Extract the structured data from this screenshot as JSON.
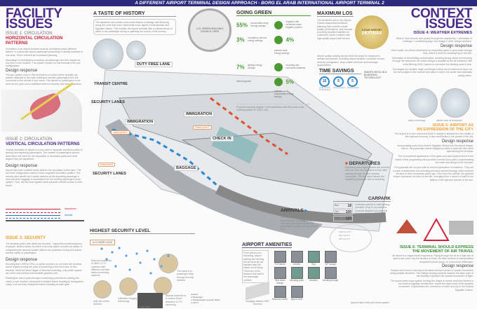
{
  "title": "A DIFFERENT AIRPORT TERMINAL DESIGN APPROACH - BORG EL ARAB INTERNATIONAL AIRPORT TERMINAL 2",
  "colors": {
    "titlebar": "#2c2a7c",
    "purple": "#4a2a8a",
    "red": "#d0203a",
    "orange": "#f0a030",
    "green": "#3f8f3a",
    "gold": "#c9a84a"
  },
  "left": {
    "heading": [
      "FACILITY",
      "ISSUES"
    ],
    "issue1": {
      "label": "ISSUE 1: CIRCULATION",
      "title": "HORIZONTAL CIRCULATION PATTERNS",
      "text": "Circulation in an airport terminal must be considered many different factors. In a particular airport passenger processing is usually localized in one area. This is referred as centralized planning.",
      "text2": "Advantage of centralized processing, all passenger services happen at one time in one location. The system chosen for this terminal is the pier configuration.",
      "dr_label": "Design response",
      "dr_text": "The pier system used in this terminal is a corridor where aircrafts are parked, attached to the main building to transfer passengers from the concourse to the aircraft & vice versa. This allows for passengers to be done at one point and a multilevel area for security, and easy expansion."
    },
    "issue2": {
      "label": "ISSUE 2: CIRCULATION",
      "title": "VERTICAL CIRCULATION PATTERNS",
      "text": "Vertical circulation in airport is a tool used to separate circulation paths of arriving and departing passengers. The number of passengers served determines the need for the separation of circulation paths and what degree they are separated.",
      "dr_label": "Design response",
      "dr_text": "Airport has level constant works best for the circulation in this case. The two level configuration makes a less congested circulation pattern. The security also benefit as it mainly features at the departing passenger's area and their baggage is separated from the arriving passenger's level system. Thus, the two level system have separate vehicle access to both levels."
    },
    "section_labels": [
      "departures",
      "arrivals"
    ],
    "issue3": {
      "title": "ISSUE 3: SECURITY",
      "text": "The terminal public side within the terminal - inspected countermeasures of people, limited means by which a security system prevent an attack. A comprehensive security system vital for the protection of airport's assets and the safety of passengers.",
      "dr_label": "Design response",
      "dr_text": "Ensuring that LIVEDs, IEDs, or active shooters do not enter the terminal would require moving the point of screening to the front door. In this terminal, there are three stages of security screening, only public spaces are at the well-entered and landside greeters hall.",
      "dr_text2": "Passengers has to pass through a screening point before entering the check in hall. Another checkpoint is located before heading to immigration. Lastly, it as security checkpoint before boarding at each gate."
    }
  },
  "right": {
    "heading": [
      "CONTEXT",
      "ISSUES"
    ],
    "issue4": {
      "title": "ISSUE 4: WEATHER EXTREMES",
      "text": "Wind & Sand storms over yearly through this coastal city + orientation of buildings + considering large roof design & other design solutions.",
      "dr_label": "Design response",
      "dr_text": "Storm water run-off are addressed by channeling water to grey water storage tank, which is used for landscaping on the site.",
      "dr_text2": "Orientation of the building consideration, avoiding strong winds from blowing through the entrances. Air sirlock design is adopted at the all entrances with extra filtering HVAC system to overcome the blowing sand & dust.",
      "dr_text3": "Sun angles are studied, large overhangs & deep set of windows to keep out the hot sunlight in the summer and allow it only in the winter and sidewalks during winter."
    },
    "captions": [
      "deep overhangs",
      "airlock door at entrances"
    ],
    "issue5": {
      "title": [
        "ISSUE 5: AIRPORT AS",
        "AN EXPRESSION OF THE CITY"
      ],
      "text": "The airport is a civic monument itself. It stands in testament to the health of the regional economy. It also contributes to the growth of the city.",
      "dr_label": "Design response",
      "dr_text": "Incorporating icons from Ancient Egyptian History into the airport design. Hence, the pyramidal central skylight provides a symbolic view when approaching the terminal.",
      "dr_text2": "The monumental appearance of the glass and steel pyramid fixed in the middle of the progressing area provide a central focal point complementing the scale and design of the terminal.",
      "dr_text3": "The pyramids are not just built for ancient symbolism of existence. They are a mark of awareness and unending precision and technology, which seemed obvious to them thousands years ago. Thus from the outside, the pyramid shape represents the idea of new life, emerging from a mound of earth to be bathed in the light and warmth of the sun."
    },
    "issue6": {
      "title": [
        "ISSUE 6: TERMINAL SHOULD EXPRESS",
        "THE MOVEMENT OF AIR TRAVEL"
      ],
      "text": "Air travel is a unique travel experience. Flying through the air at a high rate of speed was once only the territory of birds. No other method of transportation compares with air travel, so it should be celebrated.",
      "dr_label": "Design response",
      "dr_text": "Shapes and forms in this airport terminal convey a sense of upward movement using parallel elements. The ceilings sloping upwards towards the apex point of the building expresses the upward movement of flight.",
      "dr_text2": "The space frame truss system forming the shape of arrows and lotus flowers in the Ancient Egyptian Architecture, reveal the basic motif of the upwards movement. It symbolizes the connection of earth and sky in the Ancient Egyptian Culture."
    }
  },
  "history": {
    "title": "A TASTE OF HISTORY",
    "text": "The departure and arrival concourses feature a heritage wall featuring along the route that uses, represents iconic figures of Alexandrian and Egyptian history. This enables the airport terminal with a cultural sense of place to the passenger during or gateway the course of the journey."
  },
  "green": {
    "title": "GOING GREEN",
    "seal": "U.S. GREEN BUILDING COUNCIL LEED",
    "items": [
      {
        "pct": "55%",
        "text": "photovoltaic array energy savings"
      },
      {
        "pct": "",
        "text": "irrigation with reclaimed water irrigation system"
      },
      {
        "pct": "3%",
        "text": "occupancy sensors energy savings"
      },
      {
        "pct": "4%",
        "text": "passive solar energy savings"
      },
      {
        "pct": "7%",
        "text": "lighting energy savings"
      },
      {
        "pct": "",
        "text": "recycling and reprocess materials"
      },
      {
        "pct": "",
        "text": "internal garden"
      },
      {
        "pct": "5%",
        "text": "surface photovoltaic energy savings"
      }
    ],
    "note": "Proposed building targets: Gold certification with 55 points under building system for LEED v.4b"
  },
  "los": {
    "title": "MAXIMUM LOS",
    "badge_top": "5 STAR AIRPORT",
    "badge_main": "SKYTRAX",
    "text": "The terminal's aim is Sky Airport. Careful sequential functional planning that controls overall quality performance, and ensures providing excellent facilities for customers, which combine with high quality airport staff service.",
    "text2": "Airport quality ranking across front line areas for departures, arrivals and transfer, including airport facilities, customer service, security, immigration, shop outlets and food and beverage opportunities."
  },
  "time": {
    "title": "TIME SAVINGS",
    "circles": [
      "15",
      "5",
      "5"
    ],
    "captions": [
      "single security for all facilities",
      "shorter queues",
      "shortest transit"
    ],
    "smart": "SMARTCHECK-IN & BOARDING TECHNOLOGY"
  },
  "drawing": {
    "labels": {
      "duty_free": "DUTY FREE LANE",
      "transit": "TRANSIT CENTRE",
      "sec1": "SECURITY LANES",
      "sec2": "SECURITY LANES",
      "immig1": "IMMIGRATION",
      "immig2": "IMMIGRATION",
      "checkin": "CHECK IN",
      "baggage": "BAGGAGE",
      "cp": "check point",
      "cp2": "check point 2",
      "cp3": "check point 1"
    },
    "departures": {
      "title": "DEPARTURES",
      "text": "Departing passengers access the terminal from the kerb into the check in hall, after passing through the first security checkpoint. This flat block follows the departing passenger flow to boarding."
    },
    "arrivals": {
      "title": "ARRIVALS",
      "text": "Arriving passengers arrive in the terminal from aircraft to immigration and from there to baggage claim and customs. The rhythm of arriving passenger is located on the ground floor."
    },
    "carpark": {
      "title": "CARPARK",
      "rows": [
        {
          "type": "Bus",
          "count": "18"
        },
        {
          "type": "Car",
          "count": "100"
        },
        {
          "type": "Taxi",
          "count": "120"
        }
      ],
      "text": "Customer parked & valet parking provided. Drop & Lay services. Covered disabled car available. Comfortable Security airport parking.",
      "spaces": [
        "1000 SLOTS",
        "500 SLOTS",
        "250 SLOTS"
      ]
    }
  },
  "security": {
    "title": "HIGHEST SECURITY LEVEL",
    "closer": "A CLOSER LOOK",
    "notes": [
      "Network installation of 3500 CCTV cameras with different real-time alarm monitoring systems",
      "The claim is to passenger body through security detector",
      "Manual searches is to ensure those detection CCTV screening"
    ],
    "captions": [
      "walk thru metal detector",
      "millimeter imaging technology",
      "x-ray scan"
    ],
    "legend": {
      "title": "Legend",
      "items": [
        "Passenger",
        "Transportation security officer",
        "CCTV"
      ]
    }
  },
  "amenities": {
    "title": "AIRPORT AMENITIES",
    "text": "From check-in to departing, airport waiting and arriving the terminal all just facilities take the stress out of flying. There are of the features that add to the passenger comfort.",
    "items": [
      "TV/Games",
      "movies",
      "Spa",
      "VIP lounge",
      "First class lounge",
      "sleeping pods",
      "showers",
      "smoking lounge",
      "business centre",
      "airport view"
    ],
    "charging": "charging stations WiFi Services"
  },
  "pyramid_caption": "Space frame lotus and arrow system"
}
